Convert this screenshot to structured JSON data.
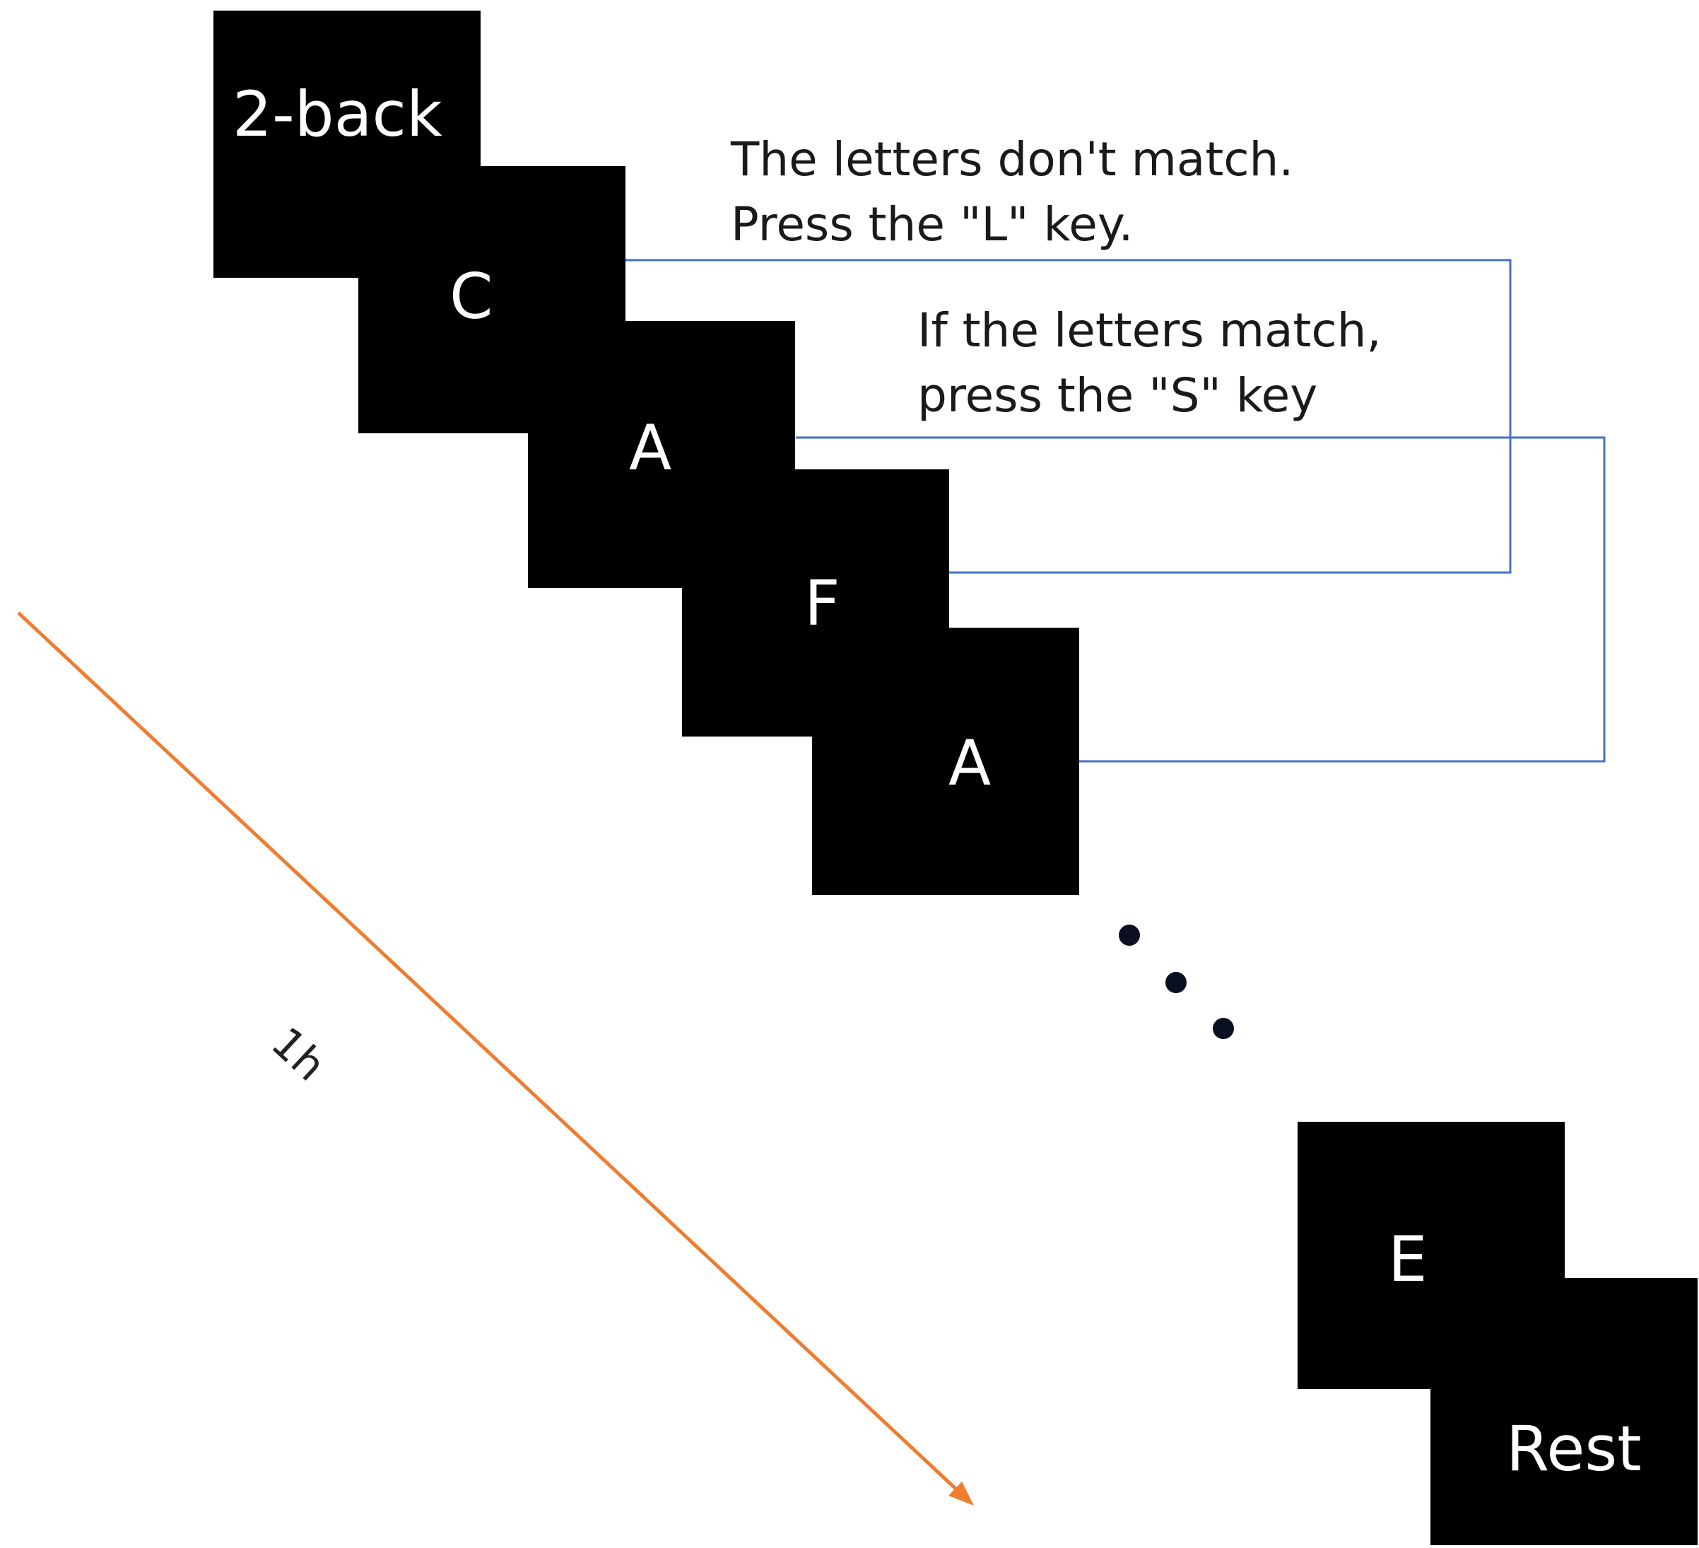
{
  "task_label": "2-back",
  "stimuli": [
    "C",
    "A",
    "F",
    "A",
    "E"
  ],
  "rest_label": "Rest",
  "annotations": {
    "mismatch": [
      "The letters don't match.",
      "Press the \"L\" key."
    ],
    "match": [
      "If the letters match,",
      "press the \"S\" key"
    ]
  },
  "time_label": "1h",
  "colors": {
    "screen": "#000000",
    "screen_text": "#ffffff",
    "connector": "#4472c4",
    "time_arrow": "#ed7d31"
  }
}
